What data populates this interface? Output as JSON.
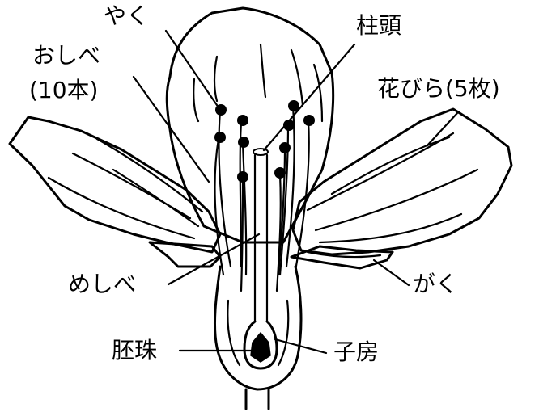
{
  "labels": {
    "anther": "やく",
    "stamen": "おしべ",
    "stamen_count": "(10本)",
    "stigma": "柱頭",
    "petal": "花びら(5枚)",
    "pistil": "めしべ",
    "sepal": "がく",
    "ovule": "胚珠",
    "ovary": "子房"
  },
  "colors": {
    "ink": "#000000",
    "background": "#ffffff"
  }
}
